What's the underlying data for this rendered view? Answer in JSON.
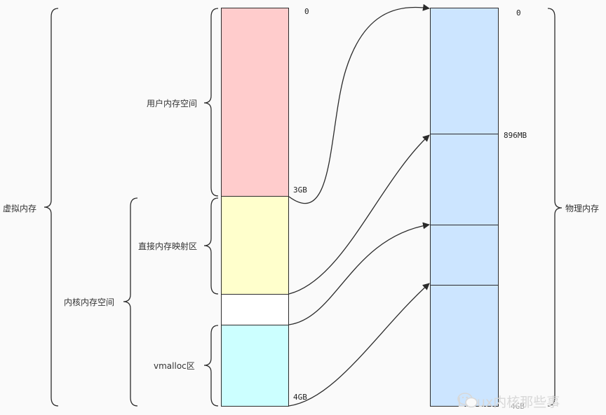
{
  "labels": {
    "virtual_memory": "虚拟内存",
    "user_space": "用户内存空间",
    "kernel_space": "内核内存空间",
    "direct_map": "直接内存映射区",
    "vmalloc": "vmalloc区",
    "physical_memory": "物理内存"
  },
  "virtual_addresses": {
    "start": "0",
    "user_end": "3GB",
    "end": "4GB"
  },
  "physical_addresses": {
    "start": "0",
    "high_start": "896MB",
    "end": "4GB"
  },
  "colors": {
    "user_space": "#ffcccc",
    "direct_map": "#ffffcc",
    "gap": "#ffffff",
    "vmalloc": "#ccffff",
    "physical": "#cce5ff"
  },
  "watermark": {
    "text": "Linux内核那些事",
    "icon": "wechat-icon"
  }
}
